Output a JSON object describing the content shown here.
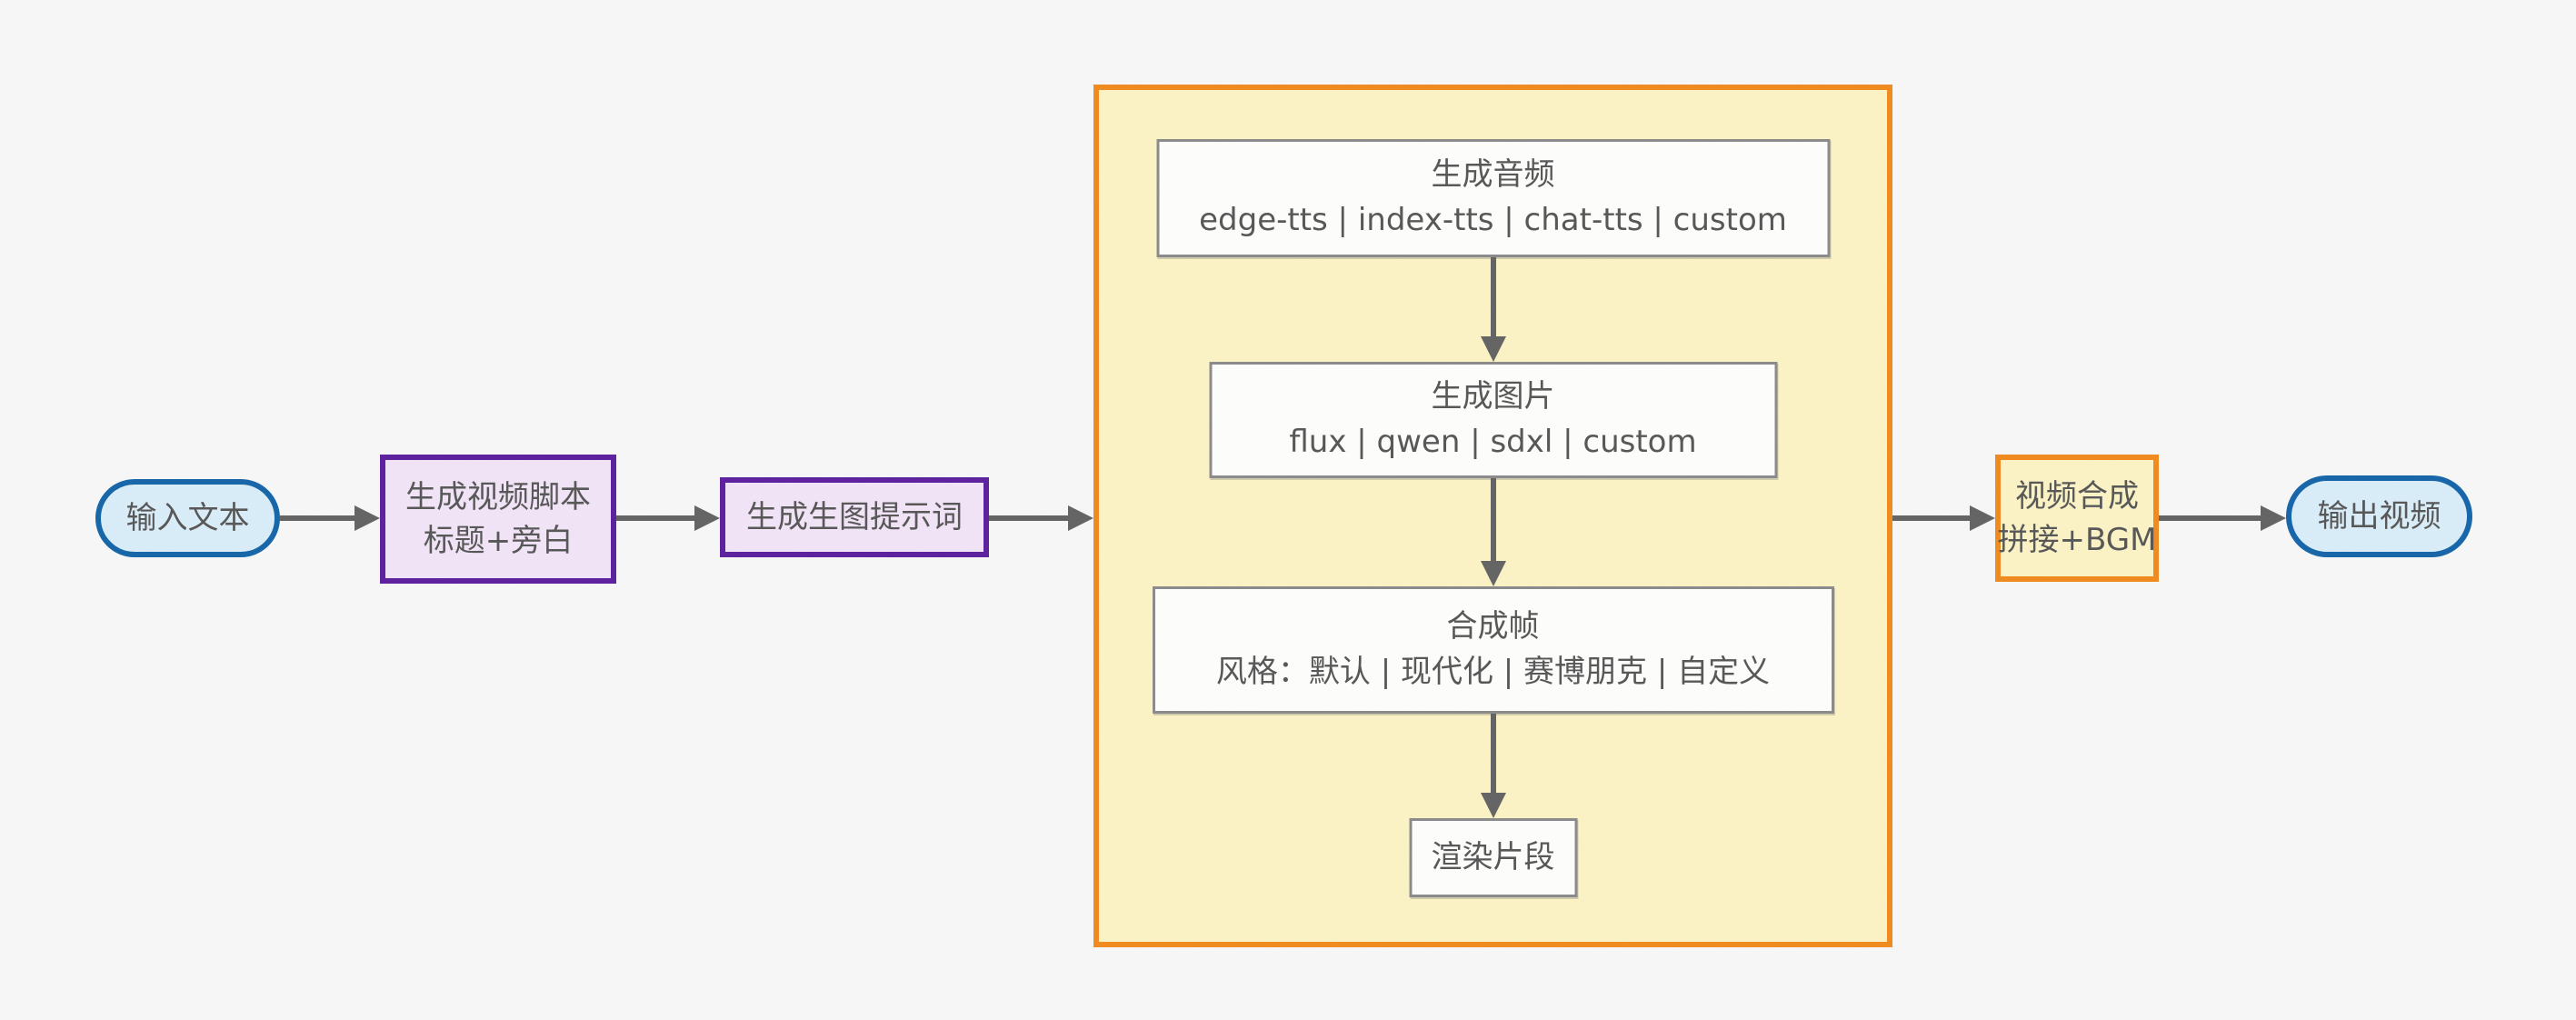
{
  "colors": {
    "canvas-bg": "#f7f7f8",
    "pill-fill": "#d9edf9",
    "pill-border": "#1565a8",
    "purple-fill": "#f2e4f7",
    "purple-border": "#5c1f9e",
    "group-fill": "#fbf3c4",
    "group-border": "#f08a1d",
    "box-fill": "#fdfdfc",
    "box-border": "#8a8a8a",
    "arrow": "#636363",
    "text": "#565656"
  },
  "nodes": {
    "input": {
      "label": "输入文本"
    },
    "script": {
      "line1": "生成视频脚本",
      "line2": "标题+旁白"
    },
    "prompt": {
      "label": "生成生图提示词"
    },
    "audio": {
      "line1": "生成音频",
      "line2": "edge-tts | index-tts | chat-tts | custom"
    },
    "image": {
      "line1": "生成图片",
      "line2": "flux | qwen | sdxl | custom"
    },
    "frame": {
      "line1": "合成帧",
      "line2": "风格：默认 | 现代化 | 赛博朋克 | 自定义"
    },
    "render": {
      "label": "渲染片段"
    },
    "compose": {
      "line1": "视频合成",
      "line2": "拼接+BGM"
    },
    "output": {
      "label": "输出视频"
    }
  }
}
